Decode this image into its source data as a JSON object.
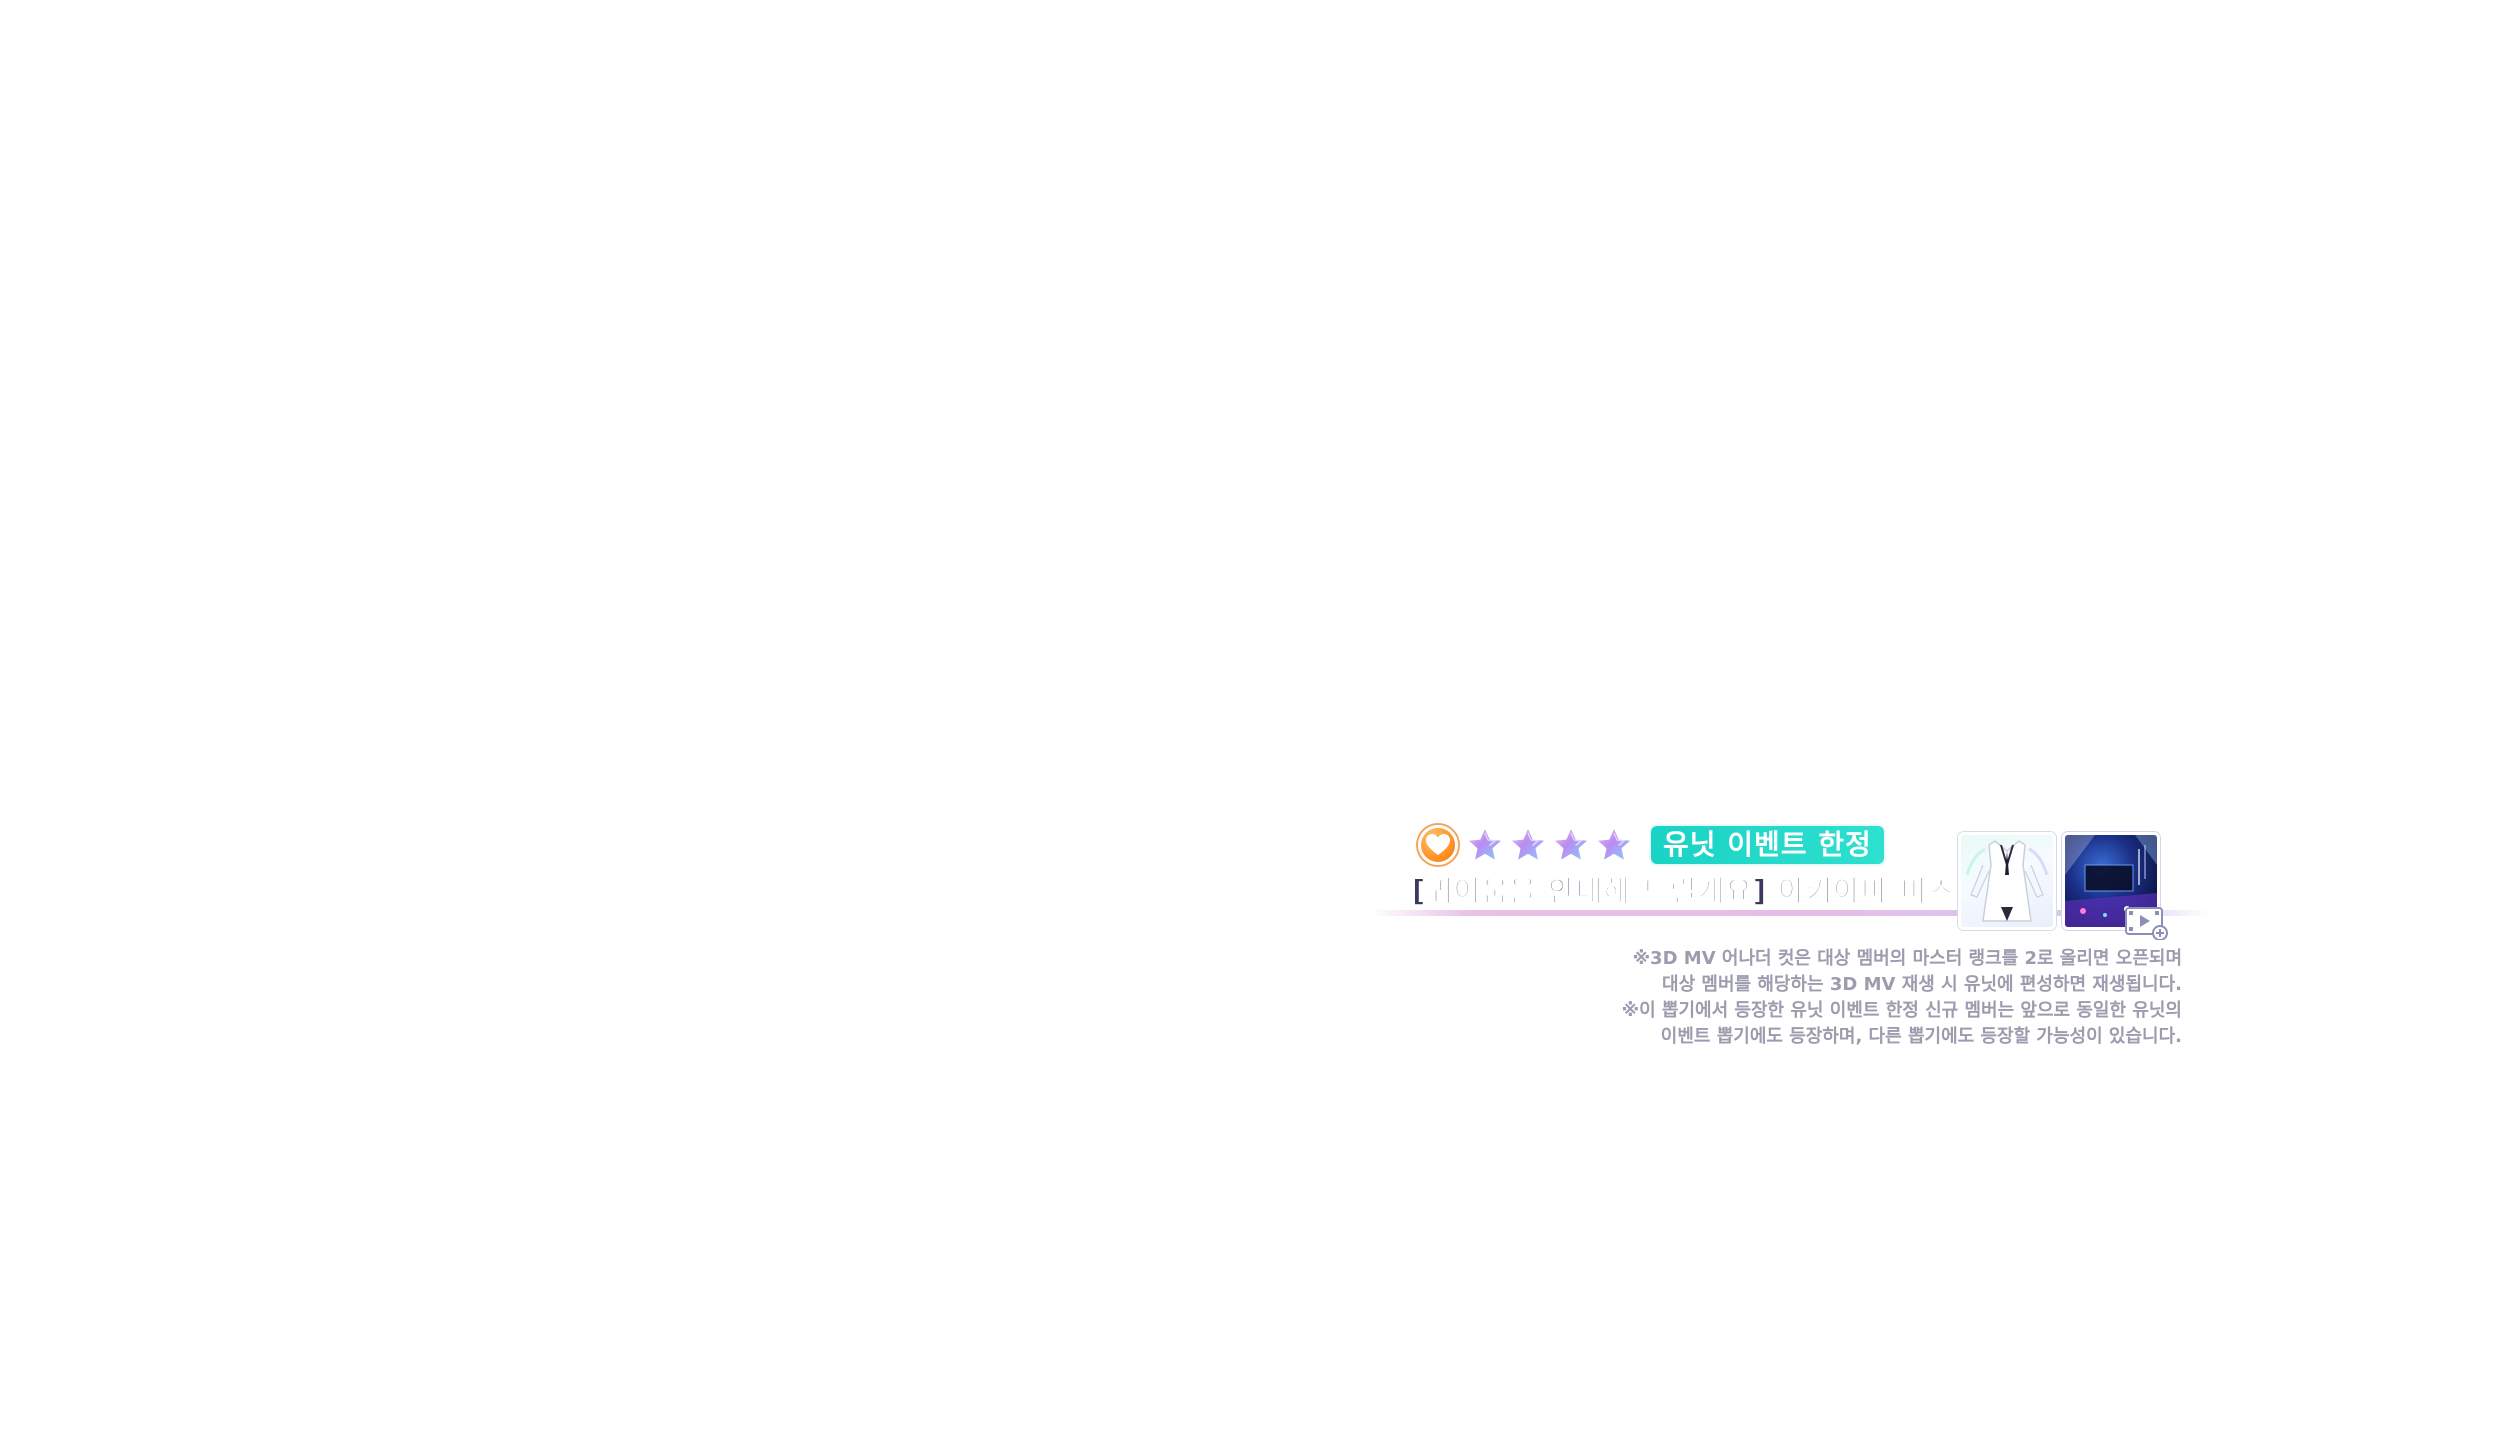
{
  "banner": {
    "rarity": {
      "type_icon": "heart-icon",
      "star_icon": "star-icon",
      "star_count": 4,
      "type_color": "#ff8a1e",
      "star_color": "#b98cf0"
    },
    "limited_tag": "유닛 이벤트 한정",
    "limited_tag_color": "#19d3c5",
    "card_name": "[귀여움을 안내해 드릴게요] 아키야마 미즈키",
    "rewards": [
      {
        "name": "costume-thumbnail"
      },
      {
        "name": "music-video-thumbnail",
        "badge_icon": "video-icon"
      }
    ]
  },
  "notes": [
    "※3D MV 어나더 컷은 대상 멤버의 마스터 랭크를 2로 올리면 오픈되며",
    "대상 멤버를 해당하는 3D MV 재생 시 유닛에 편성하면 재생됩니다.",
    "※이 뽑기에서 등장한 유닛 이벤트 한정 신규 멤버는 앞으로 동일한 유닛의",
    "이벤트 뽑기에도 등장하며, 다른 뽑기에도 등장할 가능성이 있습니다."
  ]
}
